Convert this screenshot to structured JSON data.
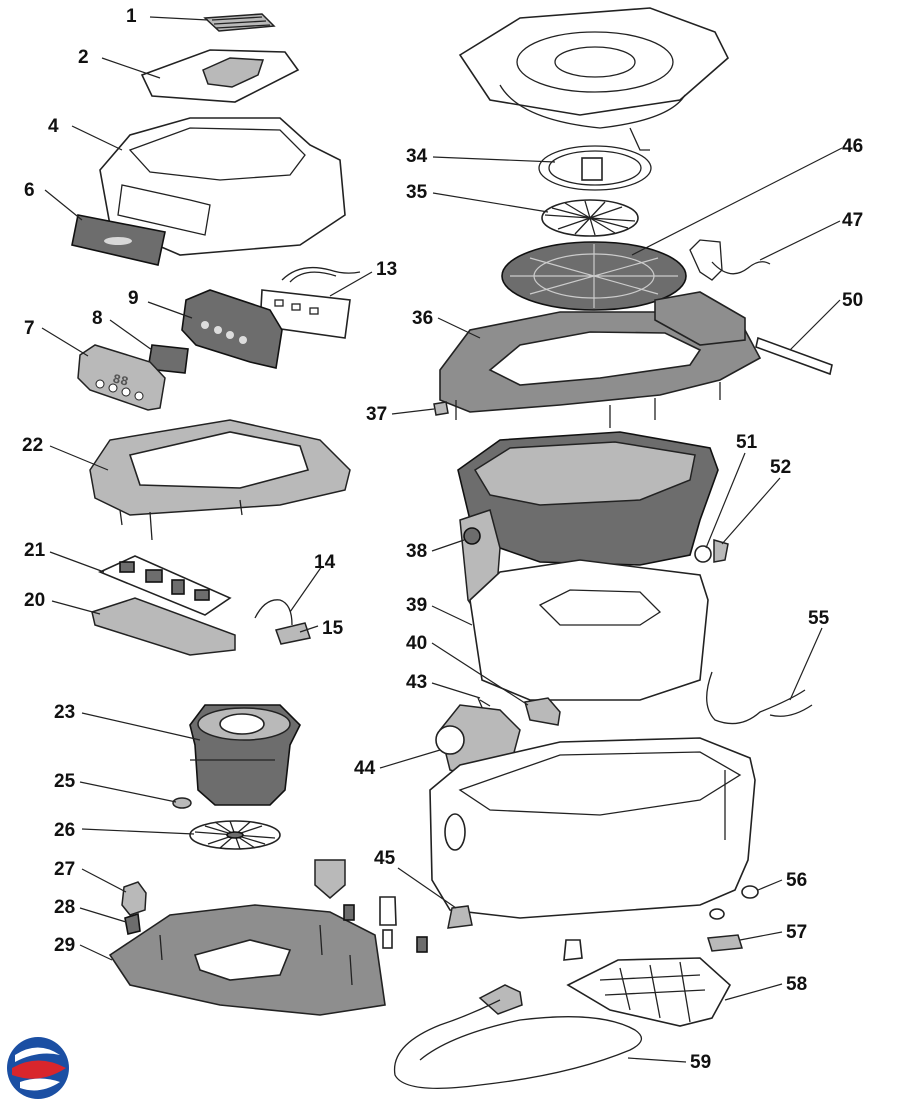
{
  "parts": [
    {
      "id": "p1",
      "label": "1"
    },
    {
      "id": "p2",
      "label": "2"
    },
    {
      "id": "p4",
      "label": "4"
    },
    {
      "id": "p6",
      "label": "6"
    },
    {
      "id": "p7",
      "label": "7"
    },
    {
      "id": "p8",
      "label": "8"
    },
    {
      "id": "p9",
      "label": "9"
    },
    {
      "id": "p13",
      "label": "13"
    },
    {
      "id": "p14",
      "label": "14"
    },
    {
      "id": "p15",
      "label": "15"
    },
    {
      "id": "p20",
      "label": "20"
    },
    {
      "id": "p21",
      "label": "21"
    },
    {
      "id": "p22",
      "label": "22"
    },
    {
      "id": "p23",
      "label": "23"
    },
    {
      "id": "p25",
      "label": "25"
    },
    {
      "id": "p26",
      "label": "26"
    },
    {
      "id": "p27",
      "label": "27"
    },
    {
      "id": "p28",
      "label": "28"
    },
    {
      "id": "p29",
      "label": "29"
    },
    {
      "id": "p34",
      "label": "34"
    },
    {
      "id": "p35",
      "label": "35"
    },
    {
      "id": "p36",
      "label": "36"
    },
    {
      "id": "p37",
      "label": "37"
    },
    {
      "id": "p38",
      "label": "38"
    },
    {
      "id": "p39",
      "label": "39"
    },
    {
      "id": "p40",
      "label": "40"
    },
    {
      "id": "p43",
      "label": "43"
    },
    {
      "id": "p44",
      "label": "44"
    },
    {
      "id": "p45",
      "label": "45"
    },
    {
      "id": "p46",
      "label": "46"
    },
    {
      "id": "p47",
      "label": "47"
    },
    {
      "id": "p50",
      "label": "50"
    },
    {
      "id": "p51",
      "label": "51"
    },
    {
      "id": "p52",
      "label": "52"
    },
    {
      "id": "p55",
      "label": "55"
    },
    {
      "id": "p56",
      "label": "56"
    },
    {
      "id": "p57",
      "label": "57"
    },
    {
      "id": "p58",
      "label": "58"
    },
    {
      "id": "p59",
      "label": "59"
    }
  ],
  "display_panel": {
    "digits": "88"
  },
  "colors": {
    "logo_blue": "#1b4fa3",
    "logo_red": "#d9262c",
    "part_grey": "#8e8e8e"
  }
}
